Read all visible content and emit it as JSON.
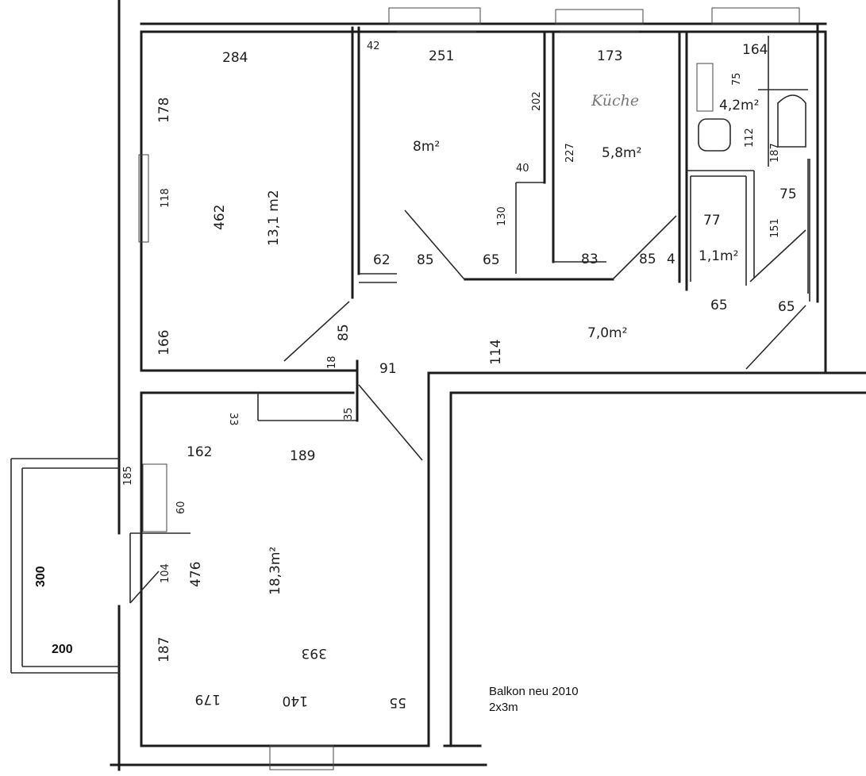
{
  "labels": {
    "room1_width": "284",
    "room1_len_top": "178",
    "room1_len_win": "118",
    "room1_len_bottom": "166",
    "room1_dim": "462",
    "room1_area": "13,1 m2",
    "room2_corner": "42",
    "room2_width": "251",
    "room2_area": "8m²",
    "room2_right": "202",
    "room2_step": "40",
    "room2_step_len": "130",
    "room2_b1": "62",
    "room2_b2": "85",
    "room2_b3": "65",
    "kitchen_width": "173",
    "kitchen_name": "Küche",
    "kitchen_left": "227",
    "kitchen_area": "5,8m²",
    "kitchen_b1": "83",
    "kitchen_b2": "85",
    "kitchen_b3": "4",
    "bath_width": "164",
    "bath_top": "75",
    "bath_area": "4,2m²",
    "bath_side": "112",
    "bath_side2": "187",
    "wc_width": "77",
    "wc_area": "1,1m²",
    "closet_w": "75",
    "closet_len": "151",
    "door_a": "65",
    "door_b": "65",
    "hall_a": "85",
    "hall_b": "18",
    "hall_c": "91",
    "hall_len": "114",
    "hall_area": "7,0m²",
    "living_corner": "33",
    "living_niche": "35",
    "living_dim1": "162",
    "living_dim2": "189",
    "living_win_l": "185",
    "living_win_s": "60",
    "living_door": "104",
    "living_dim3": "476",
    "living_area": "18,3m²",
    "living_low": "187",
    "living_width": "393",
    "living_b1": "179",
    "living_b2": "140",
    "living_b3": "55",
    "balcony_h": "300",
    "balcony_w": "200",
    "note_line1": "Balkon neu 2010",
    "note_line2": "2x3m"
  }
}
